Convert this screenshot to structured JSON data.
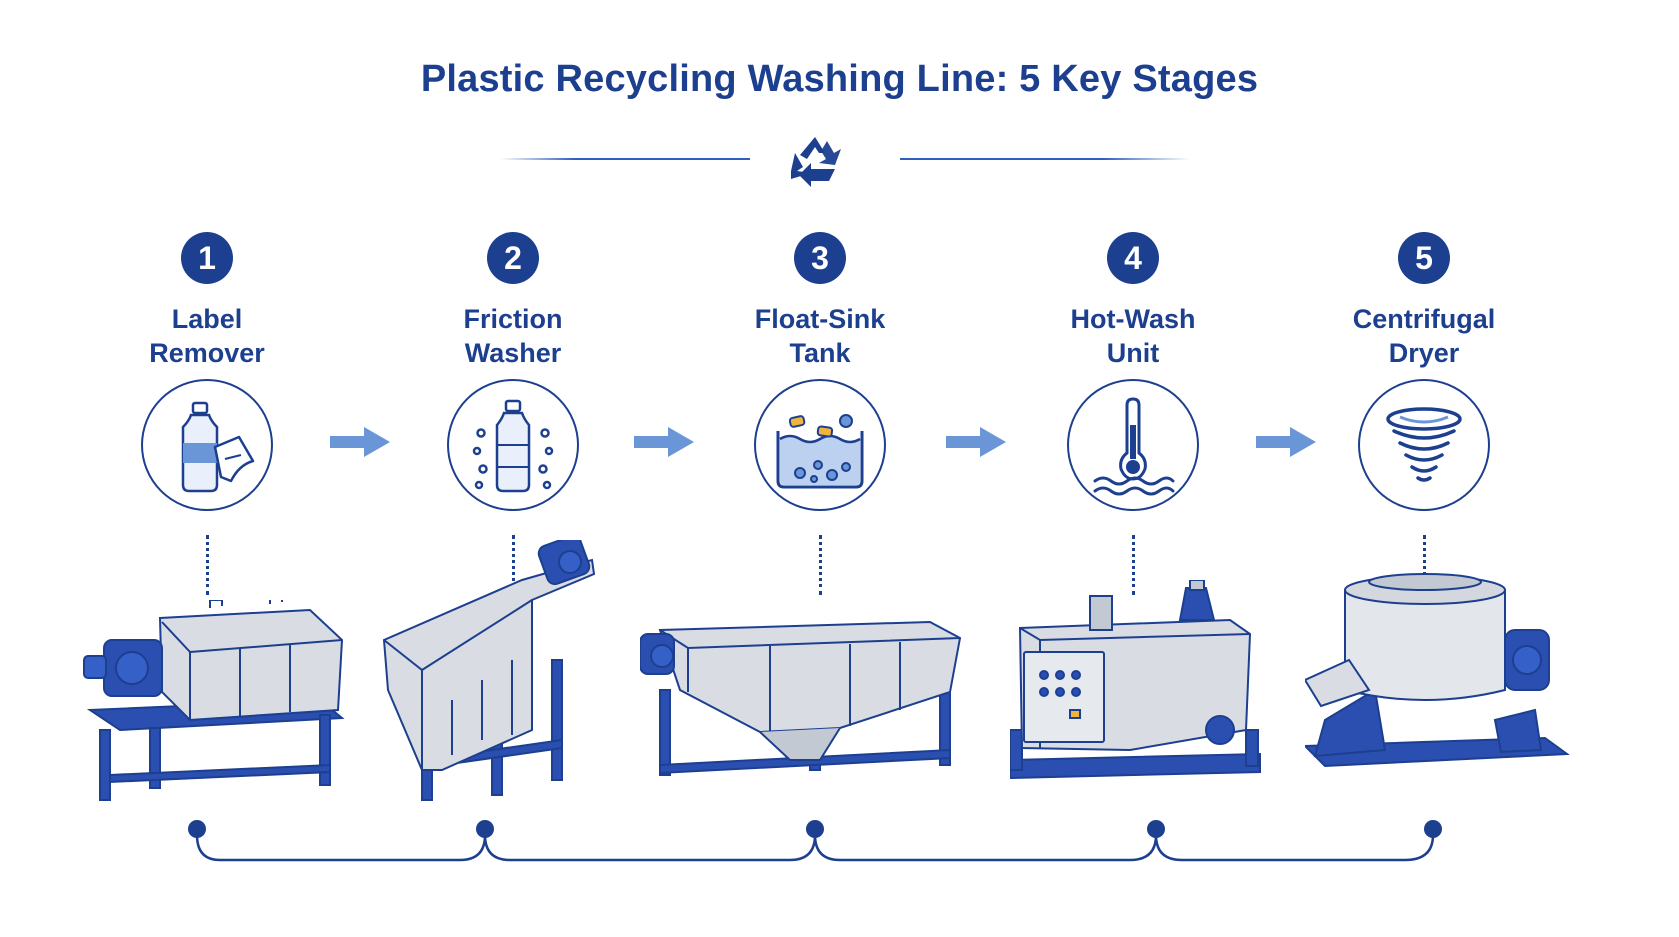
{
  "title": "Plastic Recycling Washing Line: 5 Key Stages",
  "icons": {
    "header": "recycle-icon",
    "arrow": "right-arrow-icon"
  },
  "colors": {
    "primary": "#1c3f8f",
    "accent": "#2f5fbf",
    "arrow": "#6a95d6",
    "steel": "#d9dde3",
    "frame": "#2a4fb0"
  },
  "stages": [
    {
      "number": "1",
      "label_line1": "Label",
      "label_line2": "Remover",
      "icon": "bottle-label-icon",
      "machine": "label-remover-machine"
    },
    {
      "number": "2",
      "label_line1": "Friction",
      "label_line2": "Washer",
      "icon": "bottle-bubbles-icon",
      "machine": "friction-washer-machine"
    },
    {
      "number": "3",
      "label_line1": "Float-Sink",
      "label_line2": "Tank",
      "icon": "float-sink-icon",
      "machine": "float-sink-tank-machine"
    },
    {
      "number": "4",
      "label_line1": "Hot-Wash",
      "label_line2": "Unit",
      "icon": "thermometer-water-icon",
      "machine": "hot-wash-unit-machine"
    },
    {
      "number": "5",
      "label_line1": "Centrifugal",
      "label_line2": "Dryer",
      "icon": "spiral-dryer-icon",
      "machine": "centrifugal-dryer-machine"
    }
  ]
}
